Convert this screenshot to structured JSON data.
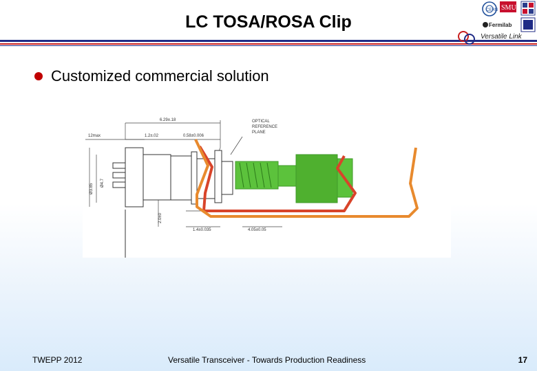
{
  "slide": {
    "title": "LC TOSA/ROSA Clip",
    "bullet": "Customized commercial solution",
    "logo_text_top": "SMU",
    "logo_text_mid": "Fermilab",
    "versatile_link": "Versatile Link",
    "footer_left": "TWEPP 2012",
    "footer_center": "Versatile Transceiver - Towards Production Readiness",
    "page_number": "17"
  },
  "drawing": {
    "dim_top": "6.29±.18",
    "dim_12max": "12max",
    "dim_12": "1.2±.02",
    "dim_058": "0.58±0.006",
    "label_optical": "OPTICAL",
    "label_reference": "REFERENCE",
    "label_plane": "PLANE",
    "dim_left1": "Ø3.85",
    "dim_left2": "Ø4.7",
    "dim_bottom1": "1.4±0.035",
    "dim_bottom2": "4.05±0.05",
    "dim_vert": "2.0±0"
  },
  "colors": {
    "title_bar_blue": "#1f2b86",
    "title_bar_red": "#c81e1e",
    "bullet": "#c00000",
    "clip_red": "#d8442a",
    "clip_orange": "#e88a2e",
    "ferrule_green": "#5cc23c",
    "drawing_line": "#333333"
  }
}
